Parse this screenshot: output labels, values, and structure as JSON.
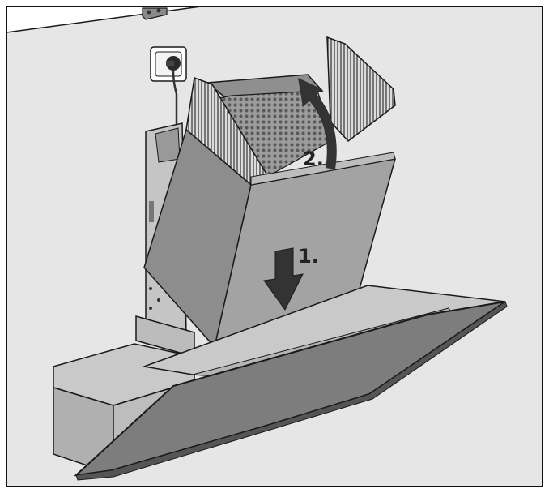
{
  "steps": [
    {
      "label": "1.",
      "action": "push-down"
    },
    {
      "label": "2.",
      "action": "fold-up"
    }
  ],
  "colors": {
    "wall": "#e6e6e6",
    "frame": "#111111",
    "line": "#1a1a1a",
    "chimney_front": "#a3a3a3",
    "chimney_side": "#8d8d8d",
    "glass_front": "#7d7d7d",
    "base_light": "#c9c9c9",
    "base_mid": "#b5b5b5",
    "arrow": "#333333"
  },
  "icons": [
    "power-socket-icon",
    "down-arrow-icon",
    "curved-up-arrow-icon",
    "mounting-bracket-icon"
  ]
}
